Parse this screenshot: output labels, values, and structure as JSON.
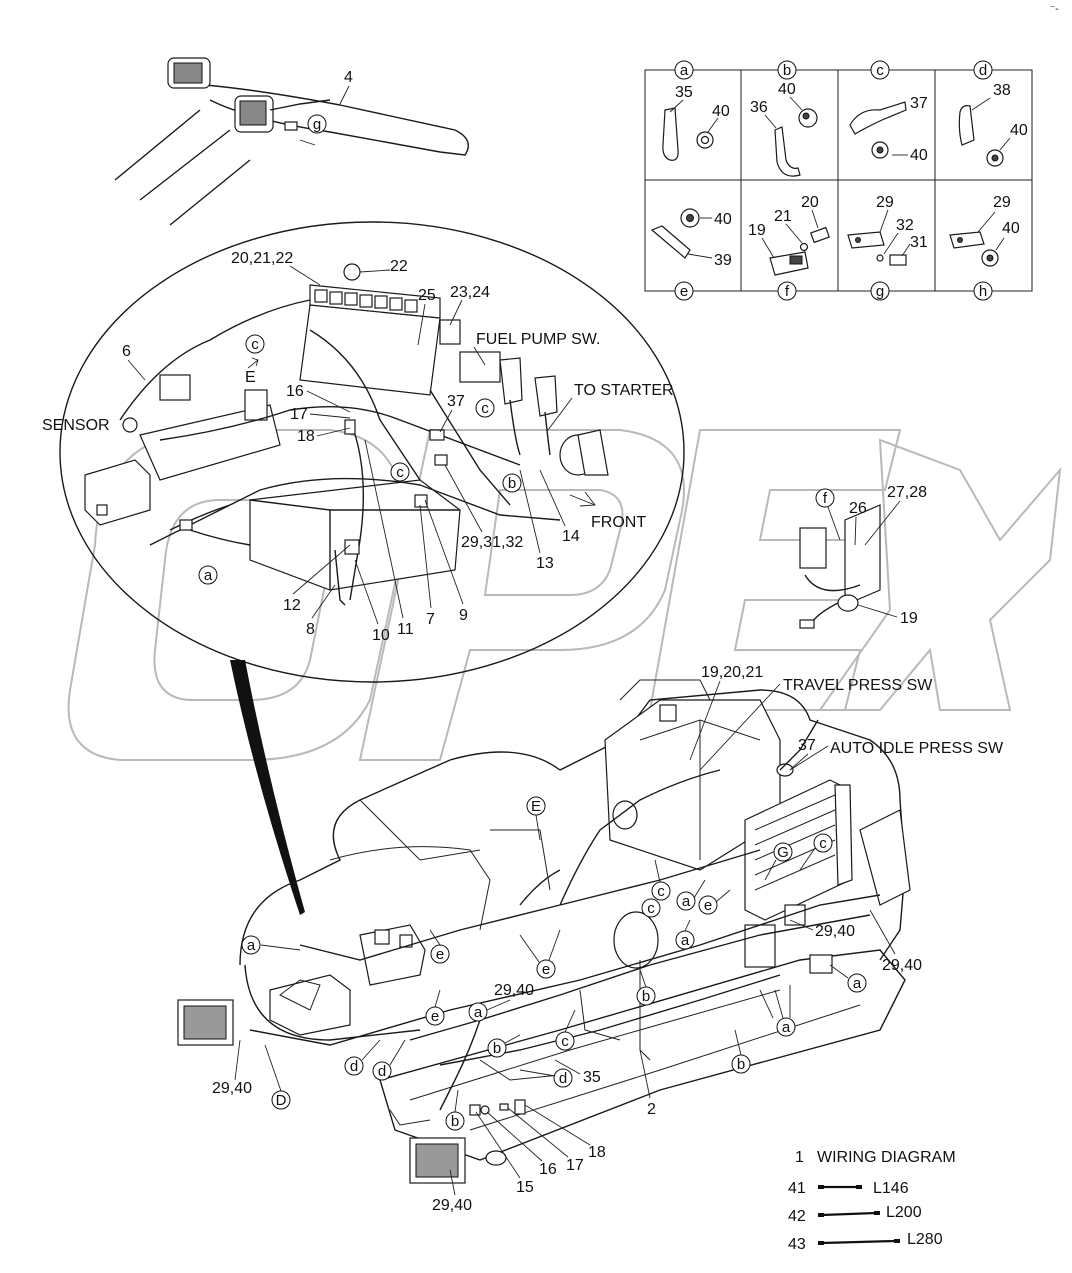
{
  "top_right_mark": "⁻-",
  "detail_table": {
    "cells": [
      {
        "letter": "a",
        "parts": [
          "35",
          "40"
        ]
      },
      {
        "letter": "b",
        "parts": [
          "40",
          "36"
        ]
      },
      {
        "letter": "c",
        "parts": [
          "37",
          "40"
        ]
      },
      {
        "letter": "d",
        "parts": [
          "38",
          "40"
        ]
      },
      {
        "letter": "e",
        "parts": [
          "40",
          "39"
        ]
      },
      {
        "letter": "f",
        "parts": [
          "20",
          "21",
          "19"
        ]
      },
      {
        "letter": "g",
        "parts": [
          "29",
          "32",
          "31"
        ]
      },
      {
        "letter": "h",
        "parts": [
          "29",
          "40"
        ]
      }
    ]
  },
  "lamp_area": {
    "part_4": "4",
    "callout_g": "g"
  },
  "inset": {
    "labels": {
      "sensor": "SENSOR",
      "fuel_pump_sw": "FUEL PUMP SW.",
      "to_starter": "TO STARTER",
      "front": "FRONT",
      "e_arrow": "E"
    },
    "numbers": {
      "p20_21_22": "20,21,22",
      "p22": "22",
      "p25": "25",
      "p23_24": "23,24",
      "p6": "6",
      "p16": "16",
      "p17": "17",
      "p18": "18",
      "p37": "37",
      "p29_31_32": "29,31,32",
      "p13": "13",
      "p14": "14",
      "p12": "12",
      "p8": "8",
      "p10": "10",
      "p11": "11",
      "p7": "7",
      "p9": "9"
    },
    "callouts": {
      "c1": "c",
      "c2": "c",
      "c3": "c",
      "b1": "b",
      "a1": "a"
    }
  },
  "relay_detail": {
    "f": "f",
    "p26": "26",
    "p27_28": "27,28",
    "p19": "19"
  },
  "machine": {
    "labels": {
      "travel_press_sw": "TRAVEL PRESS SW",
      "auto_idle_press_sw": "AUTO IDLE PRESS SW"
    },
    "numbers": {
      "p19_20_21": "19,20,21",
      "p37": "37",
      "p29_40_r1": "29,40",
      "p29_40_r2": "29,40",
      "p29_40_mid": "29,40",
      "p29_40_left": "29,40",
      "p29_40_bottom": "29,40",
      "p35": "35",
      "p2": "2",
      "p18": "18",
      "p17": "17",
      "p16": "16",
      "p15": "15"
    },
    "callouts": {
      "E": "E",
      "G": "G",
      "D": "D",
      "c1": "c",
      "c2": "c",
      "c3": "c",
      "c4": "c",
      "a1": "a",
      "a2": "a",
      "a3": "a",
      "a4": "a",
      "a5": "a",
      "a6": "a",
      "e1": "e",
      "e2": "e",
      "e3": "e",
      "e4": "e",
      "b1": "b",
      "b2": "b",
      "b3": "b",
      "b4": "b",
      "d1": "d",
      "d2": "d",
      "d3": "d"
    }
  },
  "legend": {
    "item1_num": "1",
    "item1_text": "WIRING DIAGRAM",
    "items": [
      {
        "num": "41",
        "len": "L146"
      },
      {
        "num": "42",
        "len": "L200"
      },
      {
        "num": "43",
        "len": "L280"
      }
    ]
  }
}
